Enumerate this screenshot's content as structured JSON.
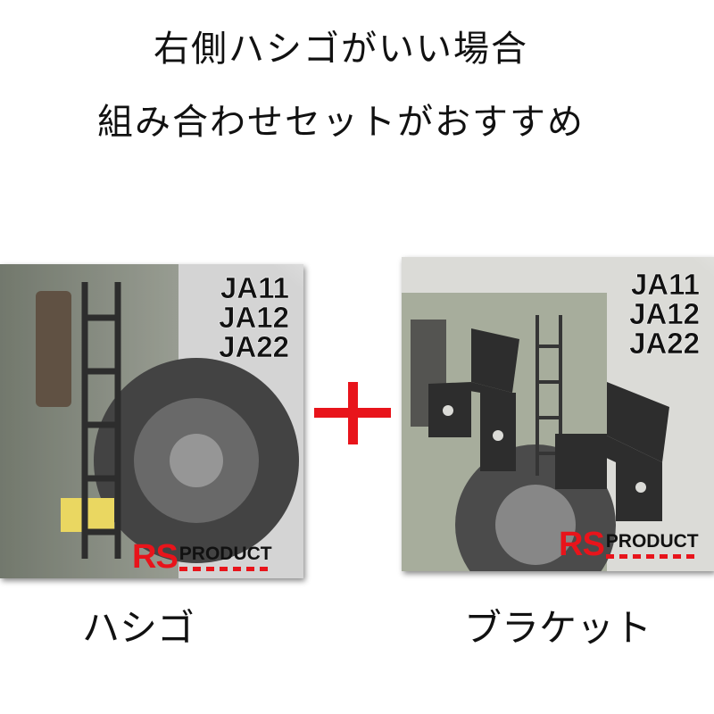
{
  "headline": {
    "line1": "右側ハシゴがいい場合",
    "line2": "組み合わせセットがおすすめ"
  },
  "products": [
    {
      "caption": "ハシゴ",
      "models": [
        "JA11",
        "JA12",
        "JA22"
      ],
      "brand": {
        "rs": "RS",
        "product": "PRODUCT"
      },
      "photo": "ladder mounted on rear of green SUV with spare tire"
    },
    {
      "caption": "ブラケット",
      "models": [
        "JA11",
        "JA12",
        "JA22"
      ],
      "brand": {
        "rs": "RS",
        "product": "PRODUCT"
      },
      "photo": "pair of black steel brackets with ladder on SUV rear"
    }
  ],
  "colors": {
    "plus": "#e8141b",
    "brand_red": "#e8141b",
    "text": "#111111"
  }
}
